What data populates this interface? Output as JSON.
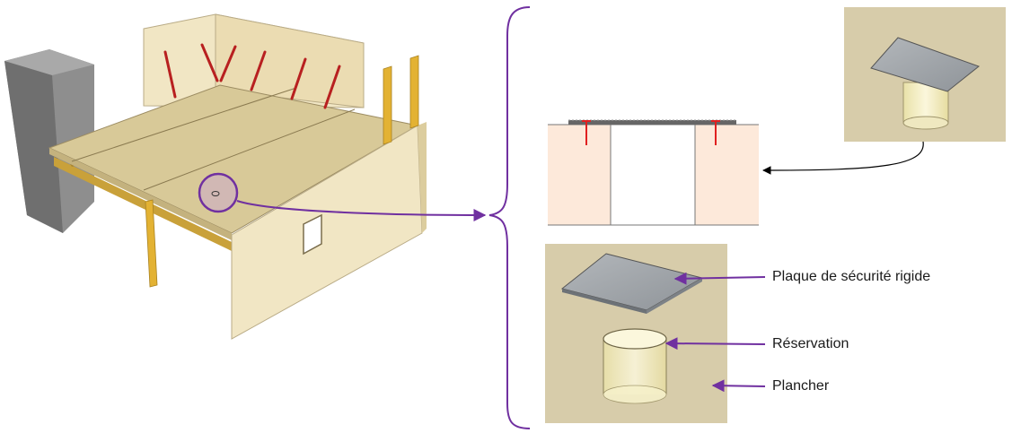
{
  "labels": {
    "plaque": "Plaque de sécurité rigide",
    "reservation": "Réservation",
    "plancher": "Plancher"
  },
  "colors": {
    "arrow": "#7030a0",
    "floor_panel": "#d8c998",
    "wall": "#efe3bf",
    "column": "#9e9e9e",
    "post": "#e3b233",
    "prop": "#b82020",
    "panel_bg": "#d7ccaa",
    "section_wall": "#fde9da",
    "plate": "#9aa0a6"
  },
  "icons": [
    "safety-plate-icon",
    "reservation-cylinder-icon",
    "prop-icon"
  ]
}
